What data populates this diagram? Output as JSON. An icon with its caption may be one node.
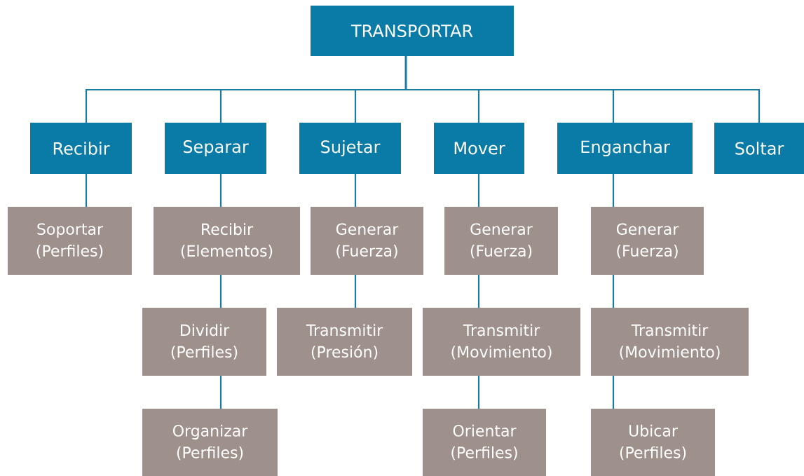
{
  "diagram": {
    "nodes": [
      {
        "text": [
          "TRANSPORTAR"
        ]
      },
      {
        "text": [
          "Recibir"
        ]
      },
      {
        "text": [
          "Separar"
        ]
      },
      {
        "text": [
          "Sujetar"
        ]
      },
      {
        "text": [
          "Mover"
        ]
      },
      {
        "text": [
          "Enganchar"
        ]
      },
      {
        "text": [
          "Soltar"
        ]
      },
      {
        "text": [
          "Soportar (Perfiles)"
        ]
      },
      {
        "text": [
          "Recibir (Elementos)"
        ]
      },
      {
        "text": [
          "Generar (Fuerza)"
        ]
      },
      {
        "text": [
          "Generar (Fuerza)"
        ]
      },
      {
        "text": [
          "Generar (Fuerza)"
        ]
      },
      {
        "text": [
          "Dividir (Perfiles)"
        ]
      },
      {
        "text": [
          "Transmitir (Presión)"
        ]
      },
      {
        "text": [
          "Transmitir (Movimiento)"
        ]
      },
      {
        "text": [
          "Transmitir (Movimiento)"
        ]
      },
      {
        "text": [
          "Organizar (Perfiles)"
        ]
      },
      {
        "text": [
          "Orientar (Perfiles)"
        ]
      },
      {
        "text": [
          "Ubicar (Perfiles)"
        ]
      }
    ],
    "edges": [
      {
        "from": 0,
        "to": 1,
        "arrow": "none"
      },
      {
        "from": 0,
        "to": 2,
        "arrow": "none"
      },
      {
        "from": 0,
        "to": 3,
        "arrow": "none"
      },
      {
        "from": 0,
        "to": 4,
        "arrow": "none"
      },
      {
        "from": 0,
        "to": 5,
        "arrow": "none"
      },
      {
        "from": 0,
        "to": 6,
        "arrow": "none"
      },
      {
        "from": 1,
        "to": 7,
        "arrow": "none"
      },
      {
        "from": 2,
        "to": 8,
        "arrow": "none"
      },
      {
        "from": 3,
        "to": 9,
        "arrow": "none"
      },
      {
        "from": 4,
        "to": 10,
        "arrow": "none"
      },
      {
        "from": 5,
        "to": 11,
        "arrow": "none"
      },
      {
        "from": 8,
        "to": 12,
        "arrow": "none"
      },
      {
        "from": 9,
        "to": 13,
        "arrow": "none"
      },
      {
        "from": 10,
        "to": 14,
        "arrow": "none"
      },
      {
        "from": 11,
        "to": 15,
        "arrow": "none"
      },
      {
        "from": 12,
        "to": 16,
        "arrow": "none"
      },
      {
        "from": 14,
        "to": 17,
        "arrow": "none"
      },
      {
        "from": 15,
        "to": 18,
        "arrow": "none"
      }
    ]
  }
}
